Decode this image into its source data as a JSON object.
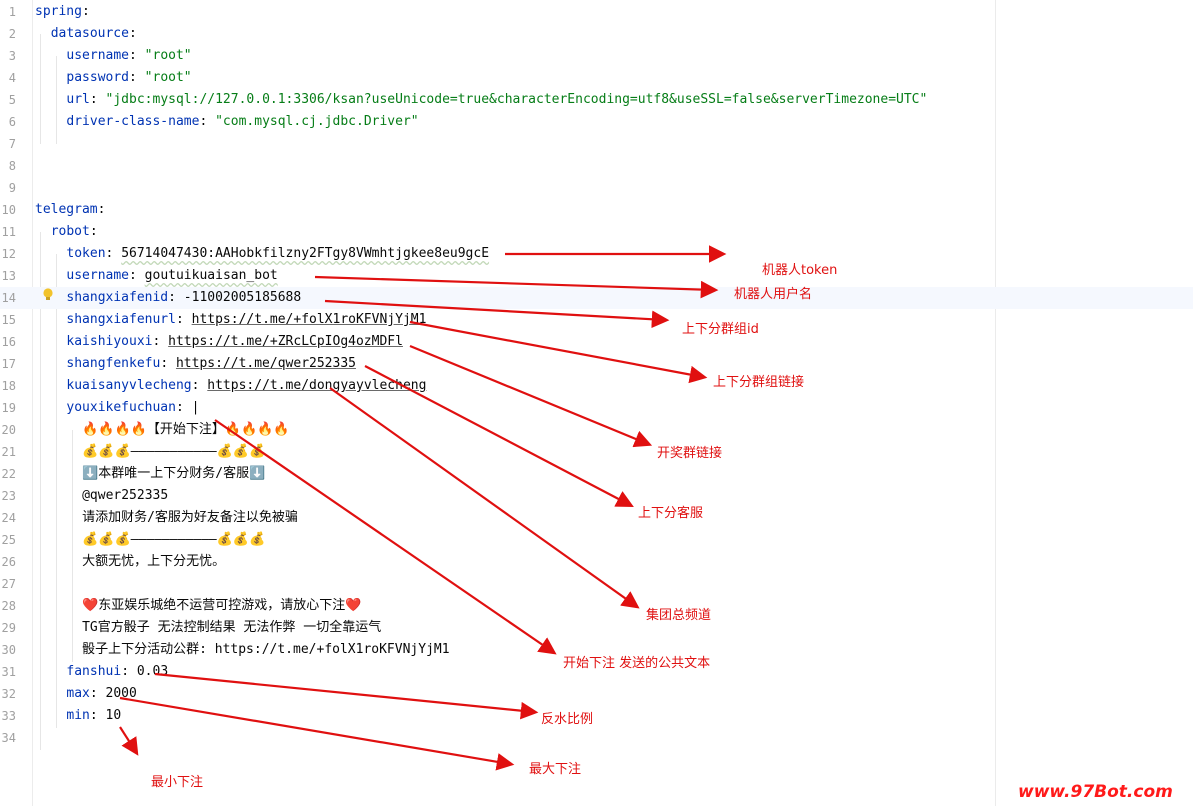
{
  "editor": {
    "lines": [
      {
        "n": "1",
        "indent": 0,
        "key": "spring",
        "sep": ":",
        "val": "",
        "vtype": "plain"
      },
      {
        "n": "2",
        "indent": 2,
        "key": "datasource",
        "sep": ":",
        "val": "",
        "vtype": "plain"
      },
      {
        "n": "3",
        "indent": 4,
        "key": "username",
        "sep": ": ",
        "val": "\"root\"",
        "vtype": "str"
      },
      {
        "n": "4",
        "indent": 4,
        "key": "password",
        "sep": ": ",
        "val": "\"root\"",
        "vtype": "str"
      },
      {
        "n": "5",
        "indent": 4,
        "key": "url",
        "sep": ": ",
        "val": "\"jdbc:mysql://127.0.0.1:3306/ksan?useUnicode=true&characterEncoding=utf8&useSSL=false&serverTimezone=UTC\"",
        "vtype": "str"
      },
      {
        "n": "6",
        "indent": 4,
        "key": "driver-class-name",
        "sep": ": ",
        "val": "\"com.mysql.cj.jdbc.Driver\"",
        "vtype": "str"
      },
      {
        "n": "7",
        "indent": 0,
        "key": "",
        "sep": "",
        "val": "",
        "vtype": "plain"
      },
      {
        "n": "8",
        "indent": 0,
        "key": "",
        "sep": "",
        "val": "",
        "vtype": "plain"
      },
      {
        "n": "9",
        "indent": 0,
        "key": "",
        "sep": "",
        "val": "",
        "vtype": "plain"
      },
      {
        "n": "10",
        "indent": 0,
        "key": "telegram",
        "sep": ":",
        "val": "",
        "vtype": "plain"
      },
      {
        "n": "11",
        "indent": 2,
        "key": "robot",
        "sep": ":",
        "val": "",
        "vtype": "plain"
      },
      {
        "n": "12",
        "indent": 4,
        "key": "token",
        "sep": ": ",
        "val": "56714047430:AAHobkfilzny2FTgy8VWmhtjgkee8eu9gcE",
        "vtype": "plain-wavy"
      },
      {
        "n": "13",
        "indent": 4,
        "key": "username",
        "sep": ": ",
        "val": "goutuikuaisan_bot",
        "vtype": "plain-wavy"
      },
      {
        "n": "14",
        "indent": 4,
        "key": "shangxiafenid",
        "sep": ": ",
        "val": "-11002005185688",
        "vtype": "plain",
        "current": true
      },
      {
        "n": "15",
        "indent": 4,
        "key": "shangxiafenurl",
        "sep": ": ",
        "val": "https://t.me/+folX1roKFVNjYjM1",
        "vtype": "link"
      },
      {
        "n": "16",
        "indent": 4,
        "key": "kaishiyouxi",
        "sep": ": ",
        "val": "https://t.me/+ZRcLCpIOg4ozMDFl",
        "vtype": "link"
      },
      {
        "n": "17",
        "indent": 4,
        "key": "shangfenkefu",
        "sep": ": ",
        "val": "https://t.me/qwer252335",
        "vtype": "link"
      },
      {
        "n": "18",
        "indent": 4,
        "key": "kuaisanyvlecheng",
        "sep": ": ",
        "val": "https://t.me/dongyayvlecheng",
        "vtype": "link"
      },
      {
        "n": "19",
        "indent": 4,
        "key": "youxikefuchuan",
        "sep": ": ",
        "val": "|",
        "vtype": "plain"
      },
      {
        "n": "20",
        "indent": 6,
        "key": "",
        "sep": "",
        "val": "🔥🔥🔥🔥【开始下注】🔥🔥🔥🔥",
        "vtype": "plain"
      },
      {
        "n": "21",
        "indent": 6,
        "key": "",
        "sep": "",
        "val": "💰💰💰———————————💰💰💰",
        "vtype": "plain"
      },
      {
        "n": "22",
        "indent": 6,
        "key": "",
        "sep": "",
        "val": "⬇️本群唯一上下分财务/客服⬇️",
        "vtype": "plain"
      },
      {
        "n": "23",
        "indent": 6,
        "key": "",
        "sep": "",
        "val": "@qwer252335",
        "vtype": "plain"
      },
      {
        "n": "24",
        "indent": 6,
        "key": "",
        "sep": "",
        "val": "请添加财务/客服为好友备注以免被骗",
        "vtype": "plain"
      },
      {
        "n": "25",
        "indent": 6,
        "key": "",
        "sep": "",
        "val": "💰💰💰———————————💰💰💰",
        "vtype": "plain"
      },
      {
        "n": "26",
        "indent": 6,
        "key": "",
        "sep": "",
        "val": "大额无忧，上下分无忧。",
        "vtype": "plain"
      },
      {
        "n": "27",
        "indent": 0,
        "key": "",
        "sep": "",
        "val": "",
        "vtype": "plain"
      },
      {
        "n": "28",
        "indent": 6,
        "key": "",
        "sep": "",
        "val": "❤️东亚娱乐城绝不运营可控游戏，请放心下注❤️",
        "vtype": "plain"
      },
      {
        "n": "29",
        "indent": 6,
        "key": "",
        "sep": "",
        "val": "TG官方骰子 无法控制结果 无法作弊 一切全靠运气",
        "vtype": "plain"
      },
      {
        "n": "30",
        "indent": 6,
        "key": "",
        "sep": "",
        "val": "骰子上下分活动公群: https://t.me/+folX1roKFVNjYjM1",
        "vtype": "plain"
      },
      {
        "n": "31",
        "indent": 4,
        "key": "fanshui",
        "sep": ": ",
        "val": "0.03",
        "vtype": "plain"
      },
      {
        "n": "32",
        "indent": 4,
        "key": "max",
        "sep": ": ",
        "val": "2000",
        "vtype": "plain"
      },
      {
        "n": "33",
        "indent": 4,
        "key": "min",
        "sep": ": ",
        "val": "10",
        "vtype": "plain"
      },
      {
        "n": "34",
        "indent": 0,
        "key": "",
        "sep": "",
        "val": "",
        "vtype": "plain"
      }
    ]
  },
  "annotations": {
    "token": "机器人token",
    "username": "机器人用户名",
    "group_id": "上下分群组id",
    "group_link": "上下分群组链接",
    "lottery_group": "开奖群链接",
    "cs": "上下分客服",
    "channel": "集团总频道",
    "start_text": "开始下注 发送的公共文本",
    "rebate": "反水比例",
    "max_bet": "最大下注",
    "min_bet": "最小下注"
  },
  "watermark": "www.97Bot.com",
  "colors": {
    "key": "#0033b3",
    "string": "#067d17",
    "annotation": "#e01010"
  }
}
